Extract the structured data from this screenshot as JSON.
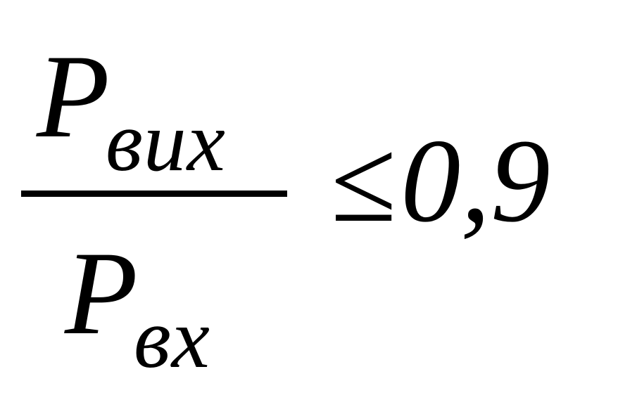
{
  "formula": {
    "numerator": {
      "symbol": "P",
      "subscript": "вих"
    },
    "denominator": {
      "symbol": "P",
      "subscript": "вх"
    },
    "relation": "≤",
    "value": "0,9"
  }
}
